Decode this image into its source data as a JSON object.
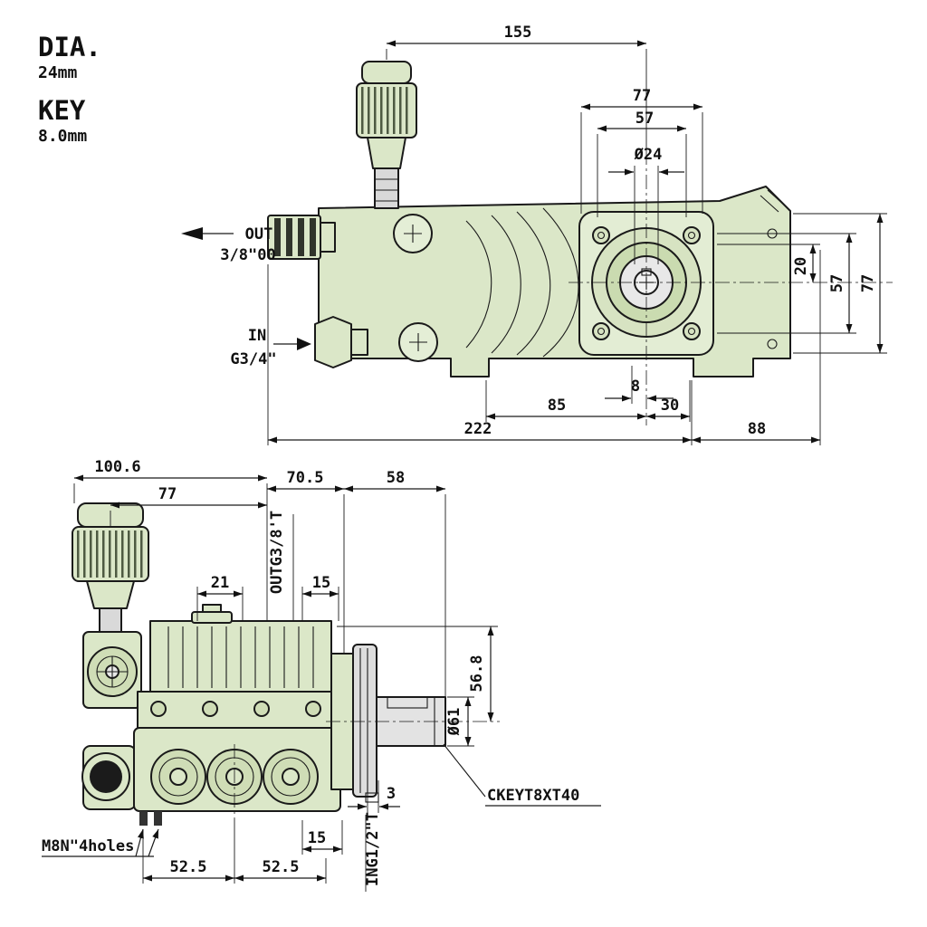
{
  "colors": {
    "body_green": "#dbe7c8",
    "body_green_light": "#e3edd4",
    "body_green_mid": "#cdddb2",
    "metal": "#e2e2e2",
    "line": "#1a1a1a",
    "background": "#ffffff"
  },
  "legend": {
    "dia_label": "DIA.",
    "dia_value": "24mm",
    "key_label": "KEY",
    "key_value": "8.0mm"
  },
  "top_view": {
    "dim_155": "155",
    "dim_77_width": "77",
    "dim_57_width": "57",
    "dim_shaft_dia": "Ø24",
    "dim_20": "20",
    "dim_57_height": "57",
    "dim_77_height": "77",
    "dim_8": "8",
    "dim_85": "85",
    "dim_30": "30",
    "dim_222": "222",
    "dim_88": "88",
    "out_label": "OUT",
    "out_size": "3/8\"00",
    "in_label": "IN",
    "in_size": "G3/4\""
  },
  "side_view": {
    "dim_100_6": "100.6",
    "dim_77": "77",
    "dim_70_5": "70.5",
    "dim_58": "58",
    "dim_21": "21",
    "dim_15_top": "15",
    "out_port": "OUTG3/8'T",
    "dim_56_8": "56.8",
    "shaft_dia": "Ø61",
    "key_spec": "CKEYT8XT40",
    "dim_3": "3",
    "dim_15_bottom": "15",
    "in_port": "ING1/2\"T",
    "mount_holes": "M8N\"4holes",
    "dim_52_5_left": "52.5",
    "dim_52_5_right": "52.5"
  }
}
